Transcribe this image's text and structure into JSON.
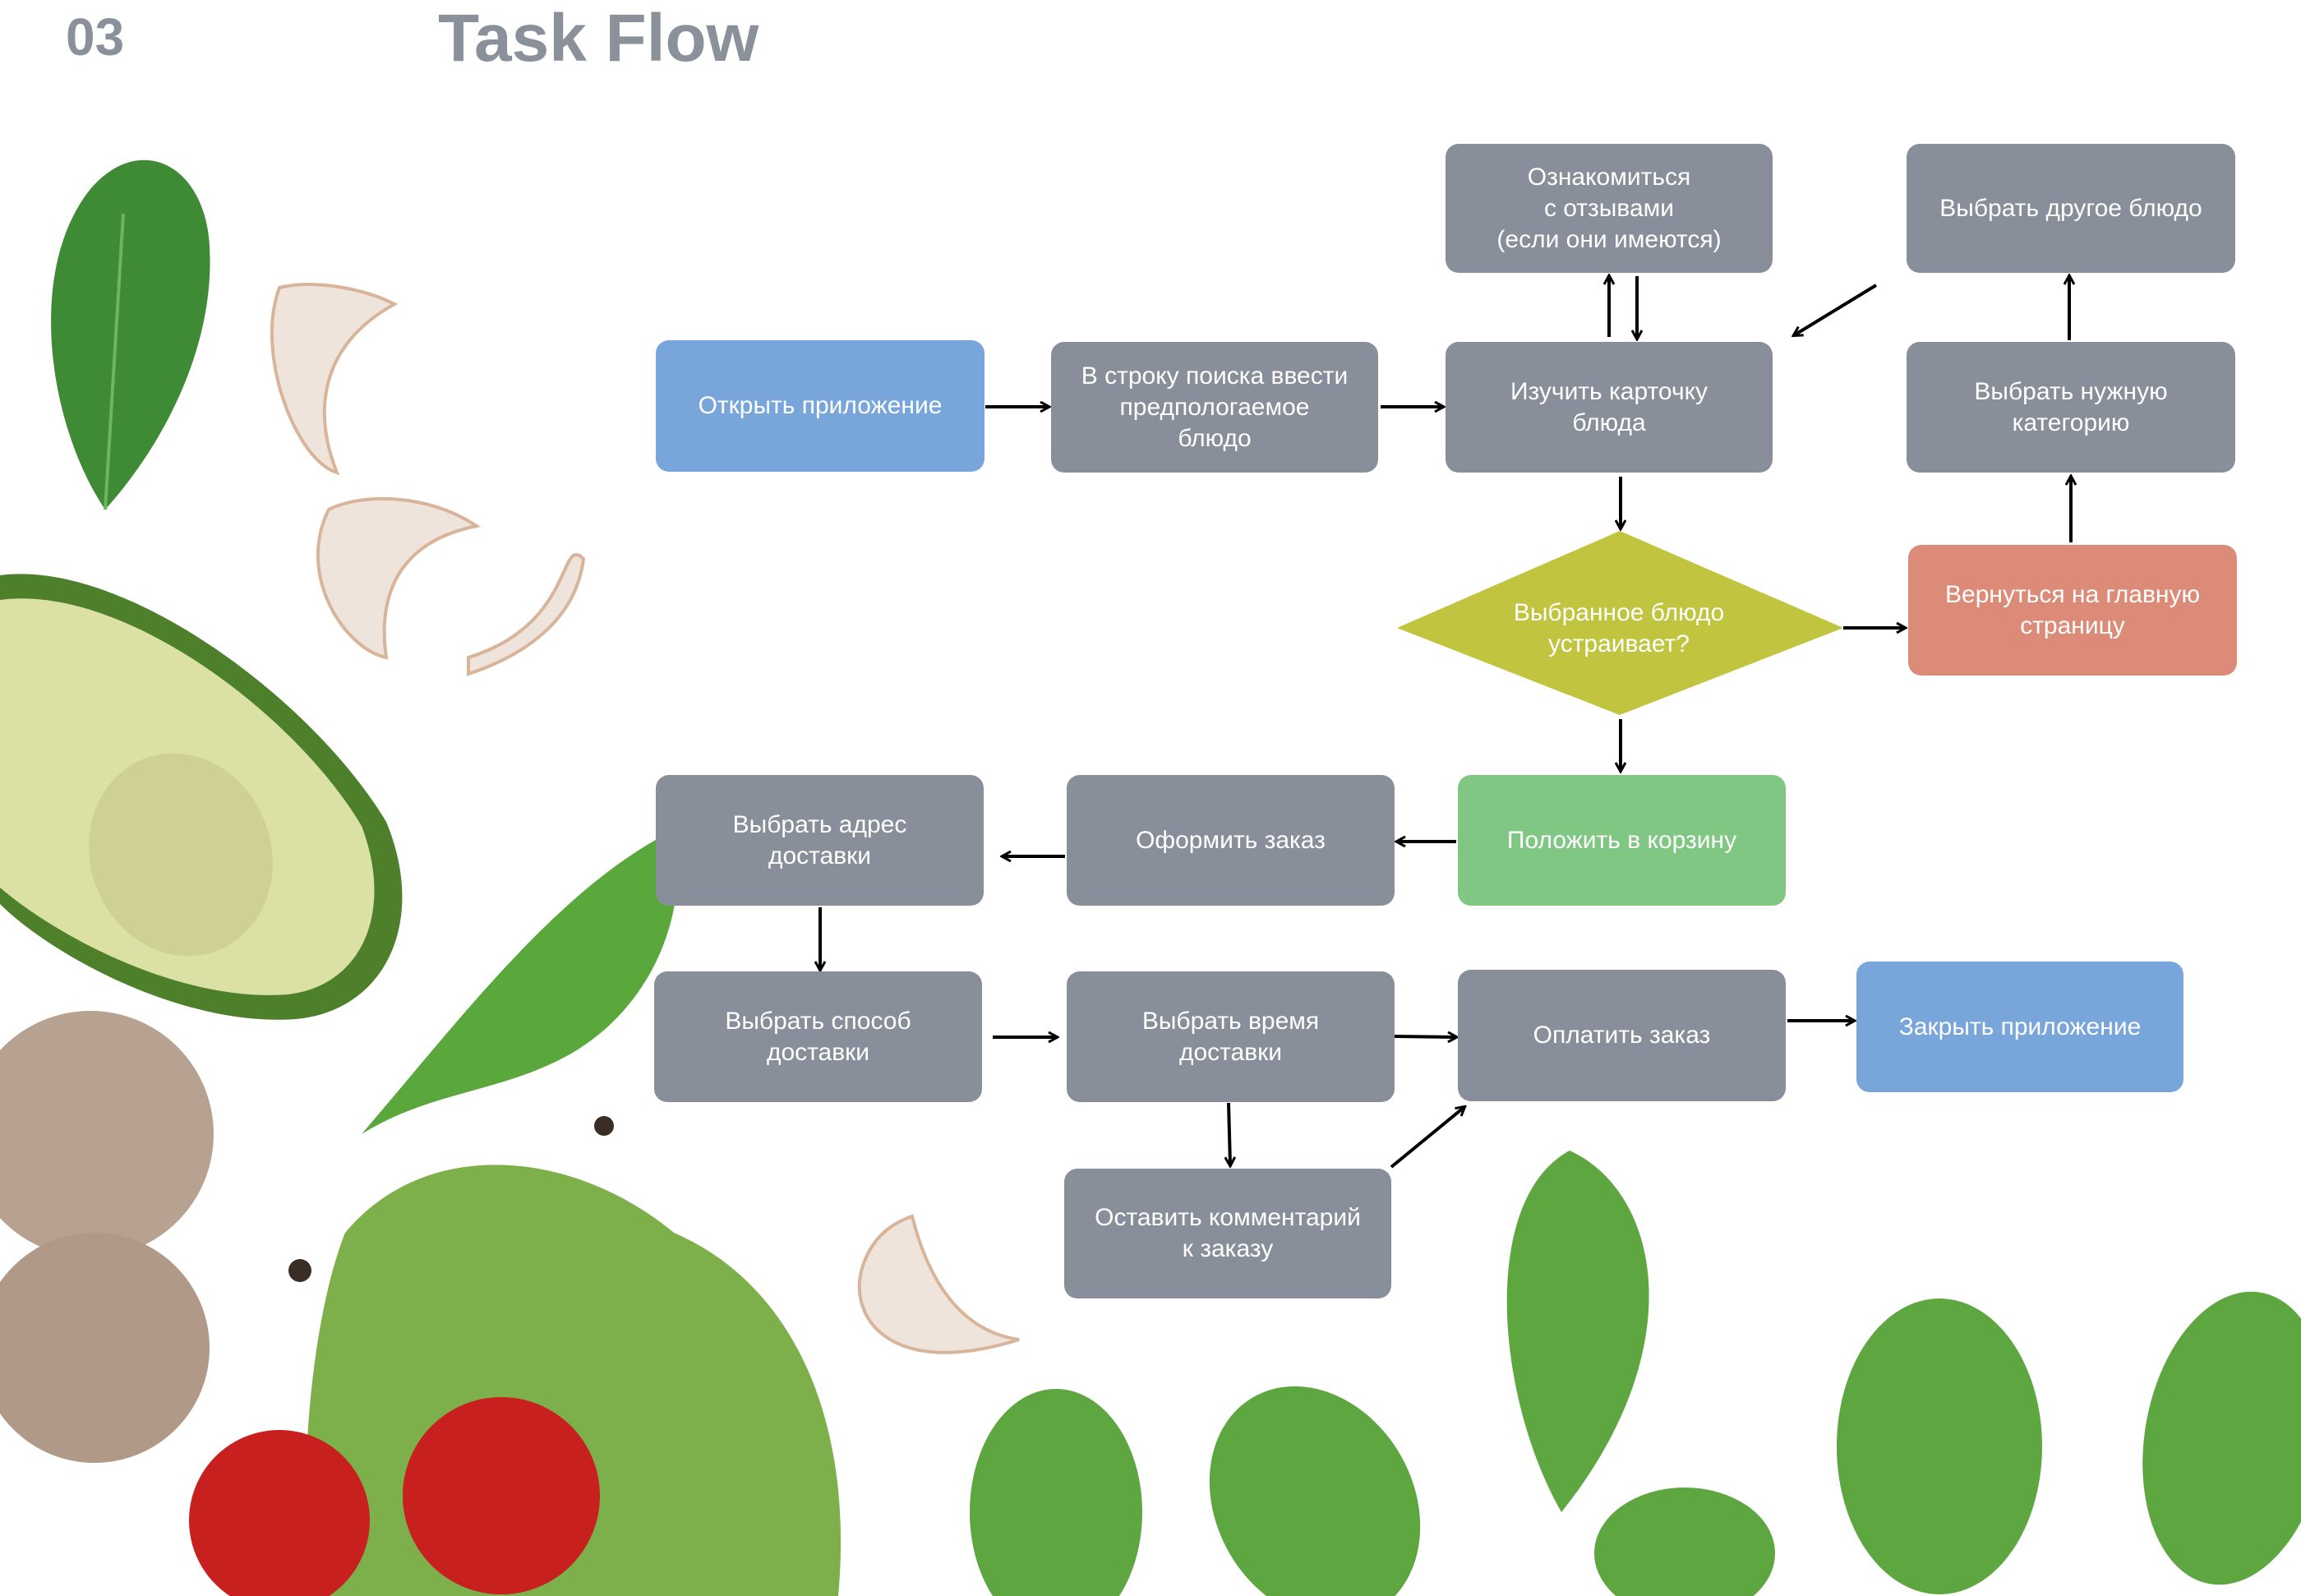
{
  "header": {
    "section_number": "03",
    "title": "Task Flow"
  },
  "nodes": {
    "open_app": "Открыть приложение",
    "search": "В строку поиска ввести\nпредпологаемое\nблюдо",
    "study_card": "Изучить карточку\nблюда",
    "reviews": "Ознакомиться\nс отзывами\n(если они имеются)",
    "other_dish": "Выбрать другое блюдо",
    "category": "Выбрать нужную\nкатегорию",
    "return_home": "Вернуться на главную\nстраницу",
    "decision": "Выбранное блюдо\nустраивает?",
    "add_cart": "Положить в корзину",
    "checkout": "Оформить заказ",
    "address": "Выбрать адрес\nдоставки",
    "delivery_method": "Выбрать способ\nдоставки",
    "delivery_time": "Выбрать время\nдоставки",
    "comment": "Оставить комментарий\nк заказу",
    "pay": "Оплатить заказ",
    "close_app": "Закрыть приложение"
  },
  "colors": {
    "step": "#888f9a",
    "start_end": "#78a6db",
    "decision": "#c1c43e",
    "negative": "#dd8b79",
    "positive": "#7fc783",
    "title": "#8a919a"
  },
  "decor": [
    "spinach-leaf",
    "garlic-clove",
    "avocado-half",
    "mushroom",
    "lettuce",
    "cherry-tomato",
    "peppercorn"
  ]
}
